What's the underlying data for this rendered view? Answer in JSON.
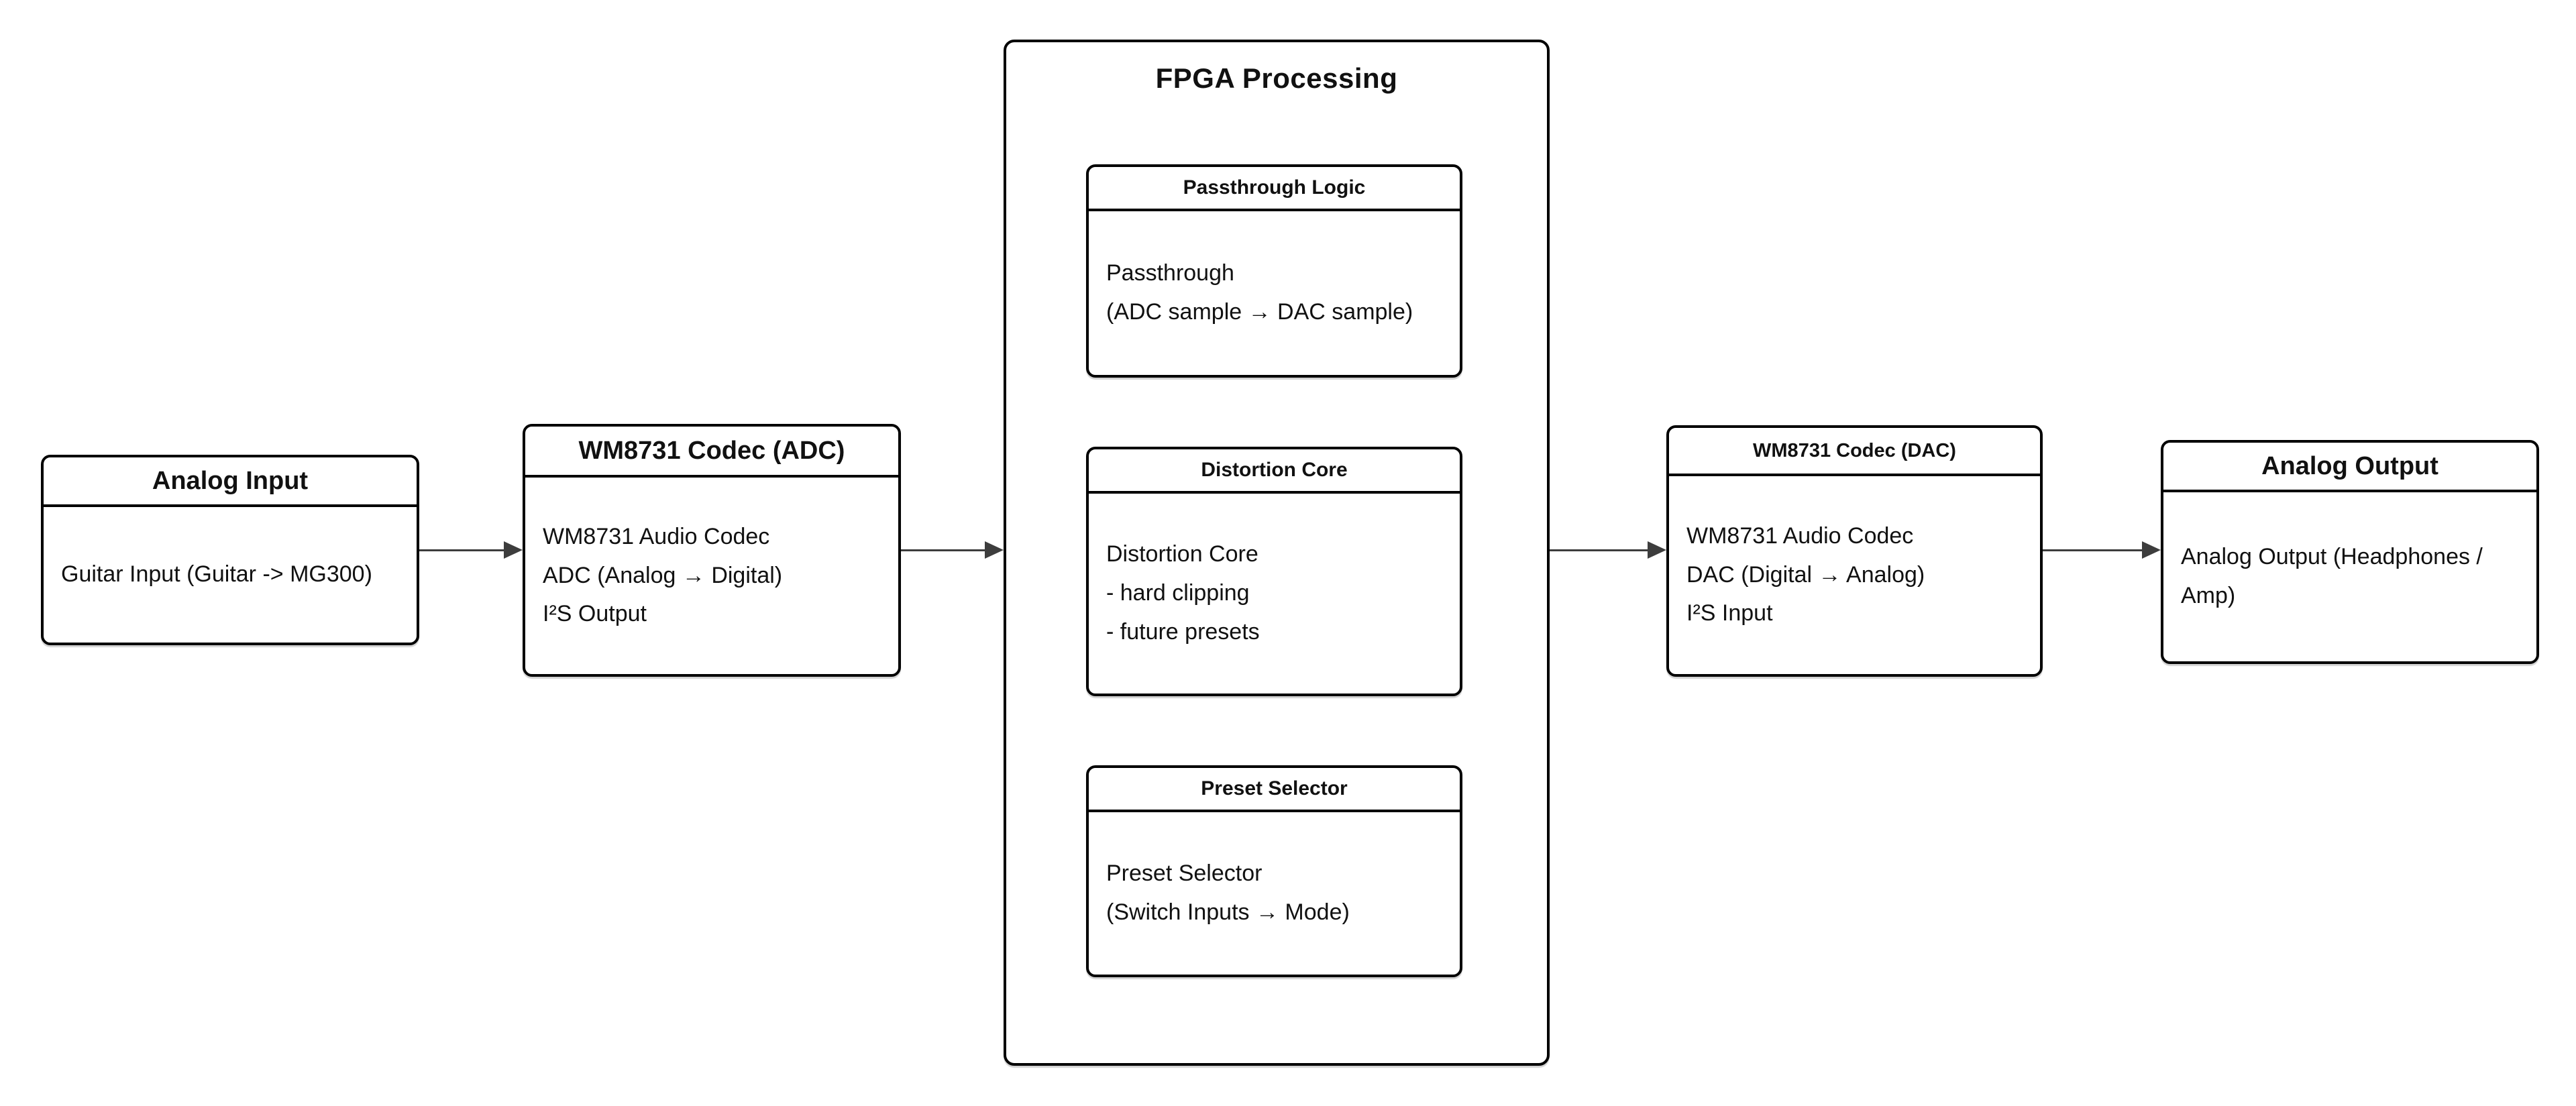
{
  "diagram": {
    "type": "flowchart",
    "background_color": "#ffffff",
    "node_fill_color": "#ffffff",
    "node_border_color": "#000000",
    "arrow_color": "#3d3d3d",
    "container": {
      "title": "FPGA Processing",
      "children": [
        "passthrough_logic",
        "distortion_core",
        "preset_selector"
      ]
    },
    "nodes": {
      "analog_input": {
        "title": "Analog Input",
        "lines": [
          "Guitar Input (Guitar -> MG300)"
        ]
      },
      "wm8731_adc": {
        "title": "WM8731 Codec (ADC)",
        "lines": [
          "WM8731 Audio Codec",
          "ADC (Analog → Digital)",
          "I²S Output"
        ]
      },
      "passthrough_logic": {
        "title": "Passthrough Logic",
        "lines": [
          "Passthrough",
          "(ADC sample → DAC sample)"
        ]
      },
      "distortion_core": {
        "title": "Distortion Core",
        "lines": [
          "Distortion Core",
          "- hard clipping",
          "- future presets"
        ]
      },
      "preset_selector": {
        "title": "Preset Selector",
        "lines": [
          "Preset Selector",
          "(Switch Inputs → Mode)"
        ]
      },
      "wm8731_dac": {
        "title": "WM8731 Codec (DAC)",
        "lines": [
          "WM8731 Audio Codec",
          "DAC (Digital → Analog)",
          "I²S Input"
        ]
      },
      "analog_output": {
        "title": "Analog Output",
        "lines": [
          "Analog Output (Headphones / Amp)"
        ]
      }
    },
    "edges": [
      {
        "from": "analog_input",
        "to": "wm8731_adc"
      },
      {
        "from": "wm8731_adc",
        "to": "fpga_processing"
      },
      {
        "from": "fpga_processing",
        "to": "wm8731_dac"
      },
      {
        "from": "wm8731_dac",
        "to": "analog_output"
      }
    ]
  }
}
